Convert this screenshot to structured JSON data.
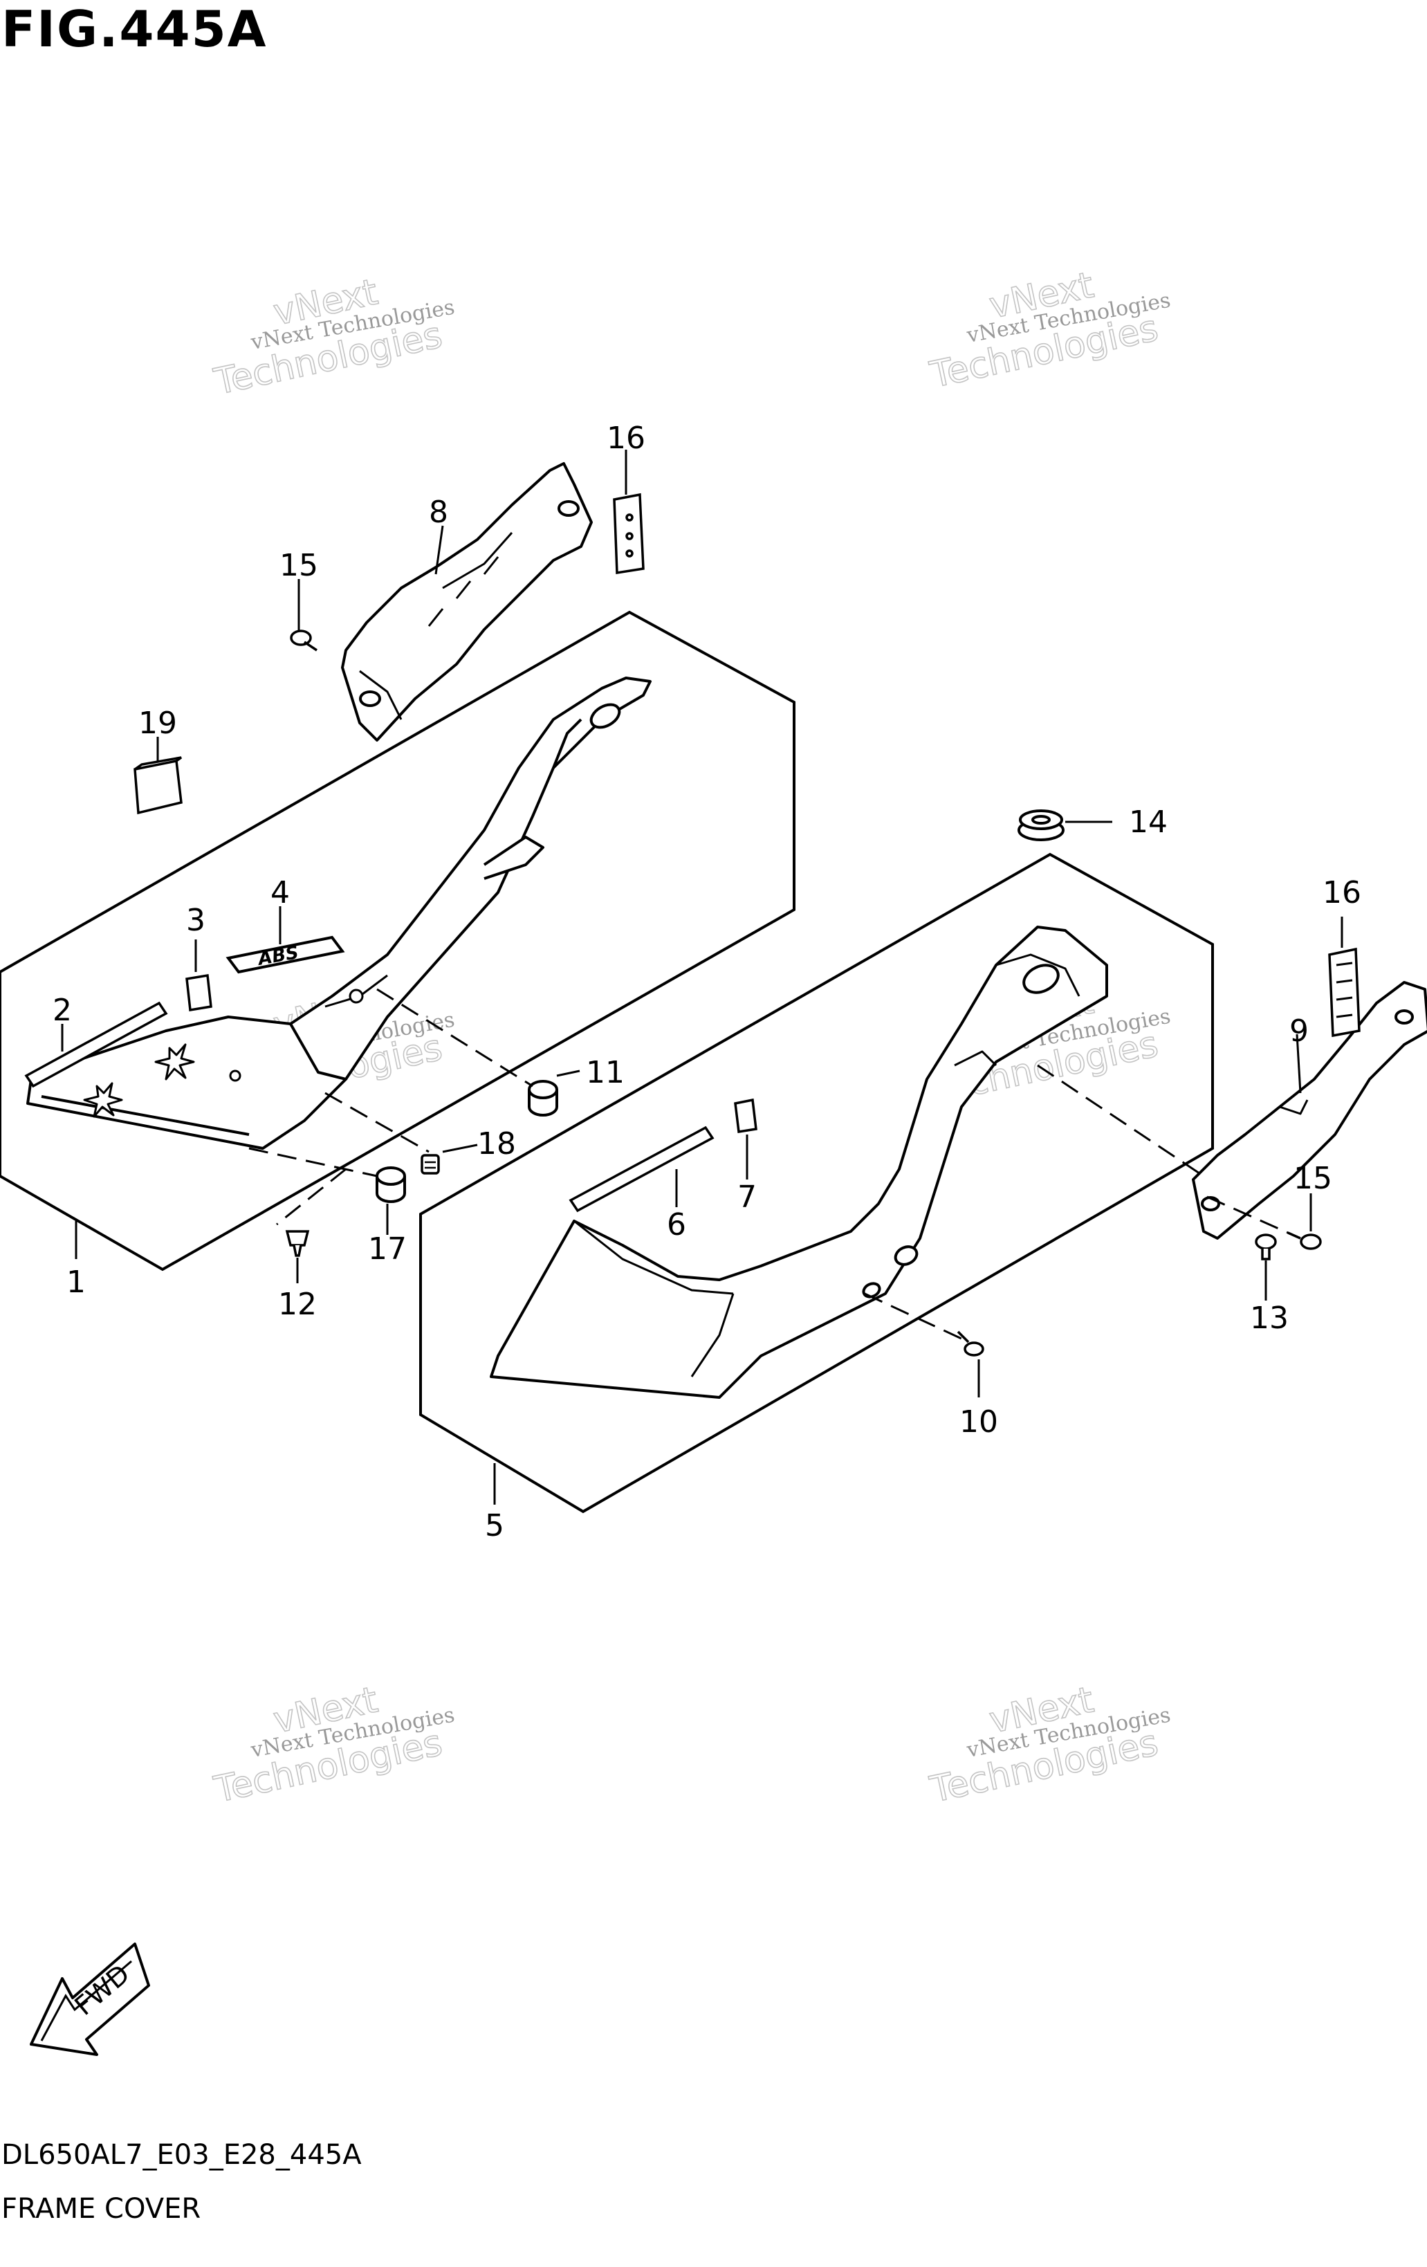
{
  "figure": {
    "title": "FIG.445A",
    "code": "DL650AL7_E03_E28_445A",
    "caption": "FRAME COVER"
  },
  "fwd_label": "FWD",
  "watermark": {
    "line_small": "vNext Technologies",
    "line_big_1": "vNext",
    "line_big_2": "Technologies"
  },
  "callouts": {
    "c1": "1",
    "c2": "2",
    "c3": "3",
    "c4": "4",
    "c5": "5",
    "c6": "6",
    "c7": "7",
    "c8": "8",
    "c9": "9",
    "c10": "10",
    "c11": "11",
    "c12": "12",
    "c13": "13",
    "c14": "14",
    "c15a": "15",
    "c15b": "15",
    "c16a": "16",
    "c16b": "16",
    "c17": "17",
    "c18": "18",
    "c19": "19"
  },
  "emblem_text": "ABS"
}
